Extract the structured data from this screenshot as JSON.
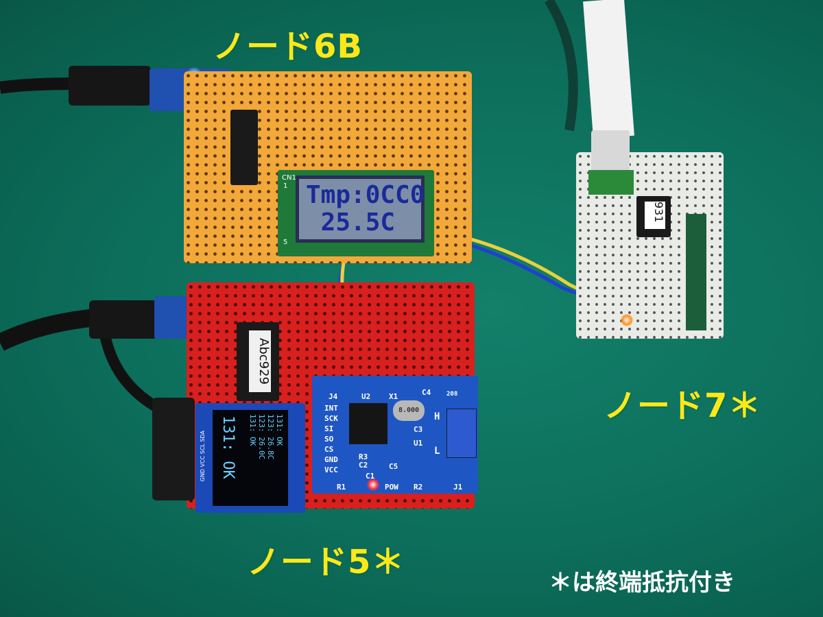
{
  "labels": {
    "node6b": "ノード6B",
    "node7": "ノード7＊",
    "node5": "ノード5＊",
    "footnote": "＊は終端抵抗付き"
  },
  "lcd": {
    "connector": "CN1",
    "pin_first": "1",
    "pin_last": "5",
    "line1": "Tmp:0CC0",
    "line2": " 25.5C"
  },
  "oled": {
    "big_line": "131: OK",
    "small_lines": [
      "131: OK",
      "123: 26.8C",
      "123: 26.0C",
      "131: OK"
    ],
    "pins": "GND VCC SCL SDA"
  },
  "ic_labels": {
    "node5_ic": "Abc929",
    "node7_ic": "931"
  },
  "can_module": {
    "pins": [
      "INT",
      "SCK",
      "SI",
      "SO",
      "CS",
      "GND",
      "VCC"
    ],
    "j4": "J4",
    "u2": "U2",
    "x1": "X1",
    "c4": "C4",
    "r3": "R3",
    "c2": "C2",
    "c5": "C5",
    "c1": "C1",
    "r1": "R1",
    "pow": "POW",
    "r2": "R2",
    "j1": "J1",
    "h": "H",
    "l": "L",
    "c3": "C3",
    "u1": "U1",
    "crystal": "8.000",
    "code": "208"
  },
  "colors": {
    "background": "#0c6e5b",
    "label": "#ffe81a",
    "orange_board": "#f3a83a",
    "red_board": "#d8201e",
    "can_board": "#1e56c4"
  }
}
